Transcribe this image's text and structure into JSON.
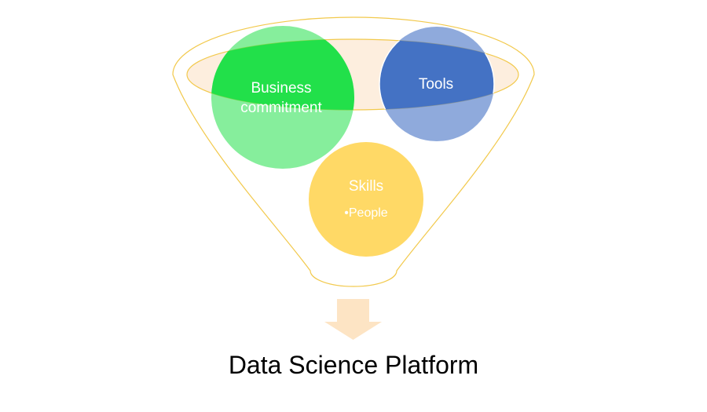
{
  "funnel": {
    "items": [
      {
        "key": "business",
        "lines": [
          "Business",
          "commitment"
        ],
        "color": "#22e04a"
      },
      {
        "key": "tools",
        "lines": [
          "Tools"
        ],
        "color": "#4472c4"
      },
      {
        "key": "skills",
        "lines": [
          "Skills"
        ],
        "bullet": "People",
        "color": "#ffd966"
      }
    ],
    "outline_color": "#f2c94c",
    "rim_fill": "#fdeede"
  },
  "arrow": {
    "color": "#fde4c4"
  },
  "output": {
    "label": "Data Science Platform"
  }
}
